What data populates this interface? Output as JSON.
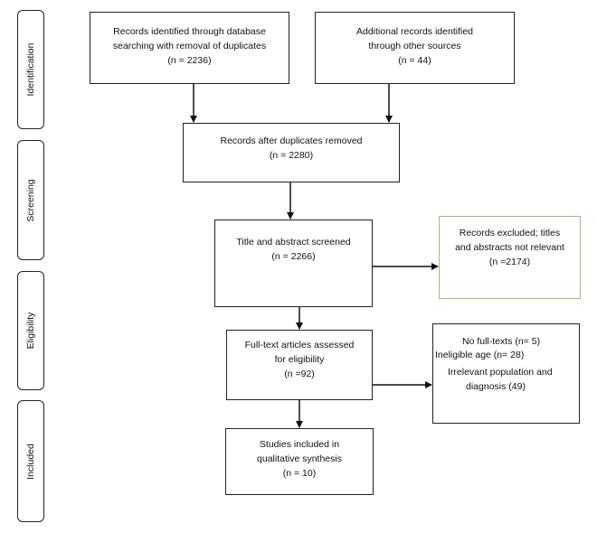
{
  "stages": {
    "identification": "Identification",
    "screening": "Screening",
    "eligibility": "Eligibility",
    "included": "Included"
  },
  "boxes": {
    "database_records": [
      "Records identified through database",
      "searching with removal of duplicates",
      "(n = 2236)"
    ],
    "other_sources": [
      "Additional records identified",
      "through other sources",
      "(n = 44)"
    ],
    "after_duplicates": [
      "Records after duplicates removed",
      "(n = 2280)"
    ],
    "title_abstract": [
      "Title and abstract screened",
      "(n = 2266)"
    ],
    "records_excluded": [
      "Records excluded; titles",
      "and abstracts not relevant",
      "(n =2174)"
    ],
    "full_text": [
      "Full-text articles assessed",
      "for eligibility",
      "(n =92)"
    ],
    "full_text_excluded": [
      "No full-texts (n= 5)",
      "Ineligible age (n= 28)",
      "Irrelevant population and",
      "diagnosis (49)"
    ],
    "included_studies": [
      "Studies included in",
      "qualitative synthesis",
      "(n = 10)"
    ]
  }
}
